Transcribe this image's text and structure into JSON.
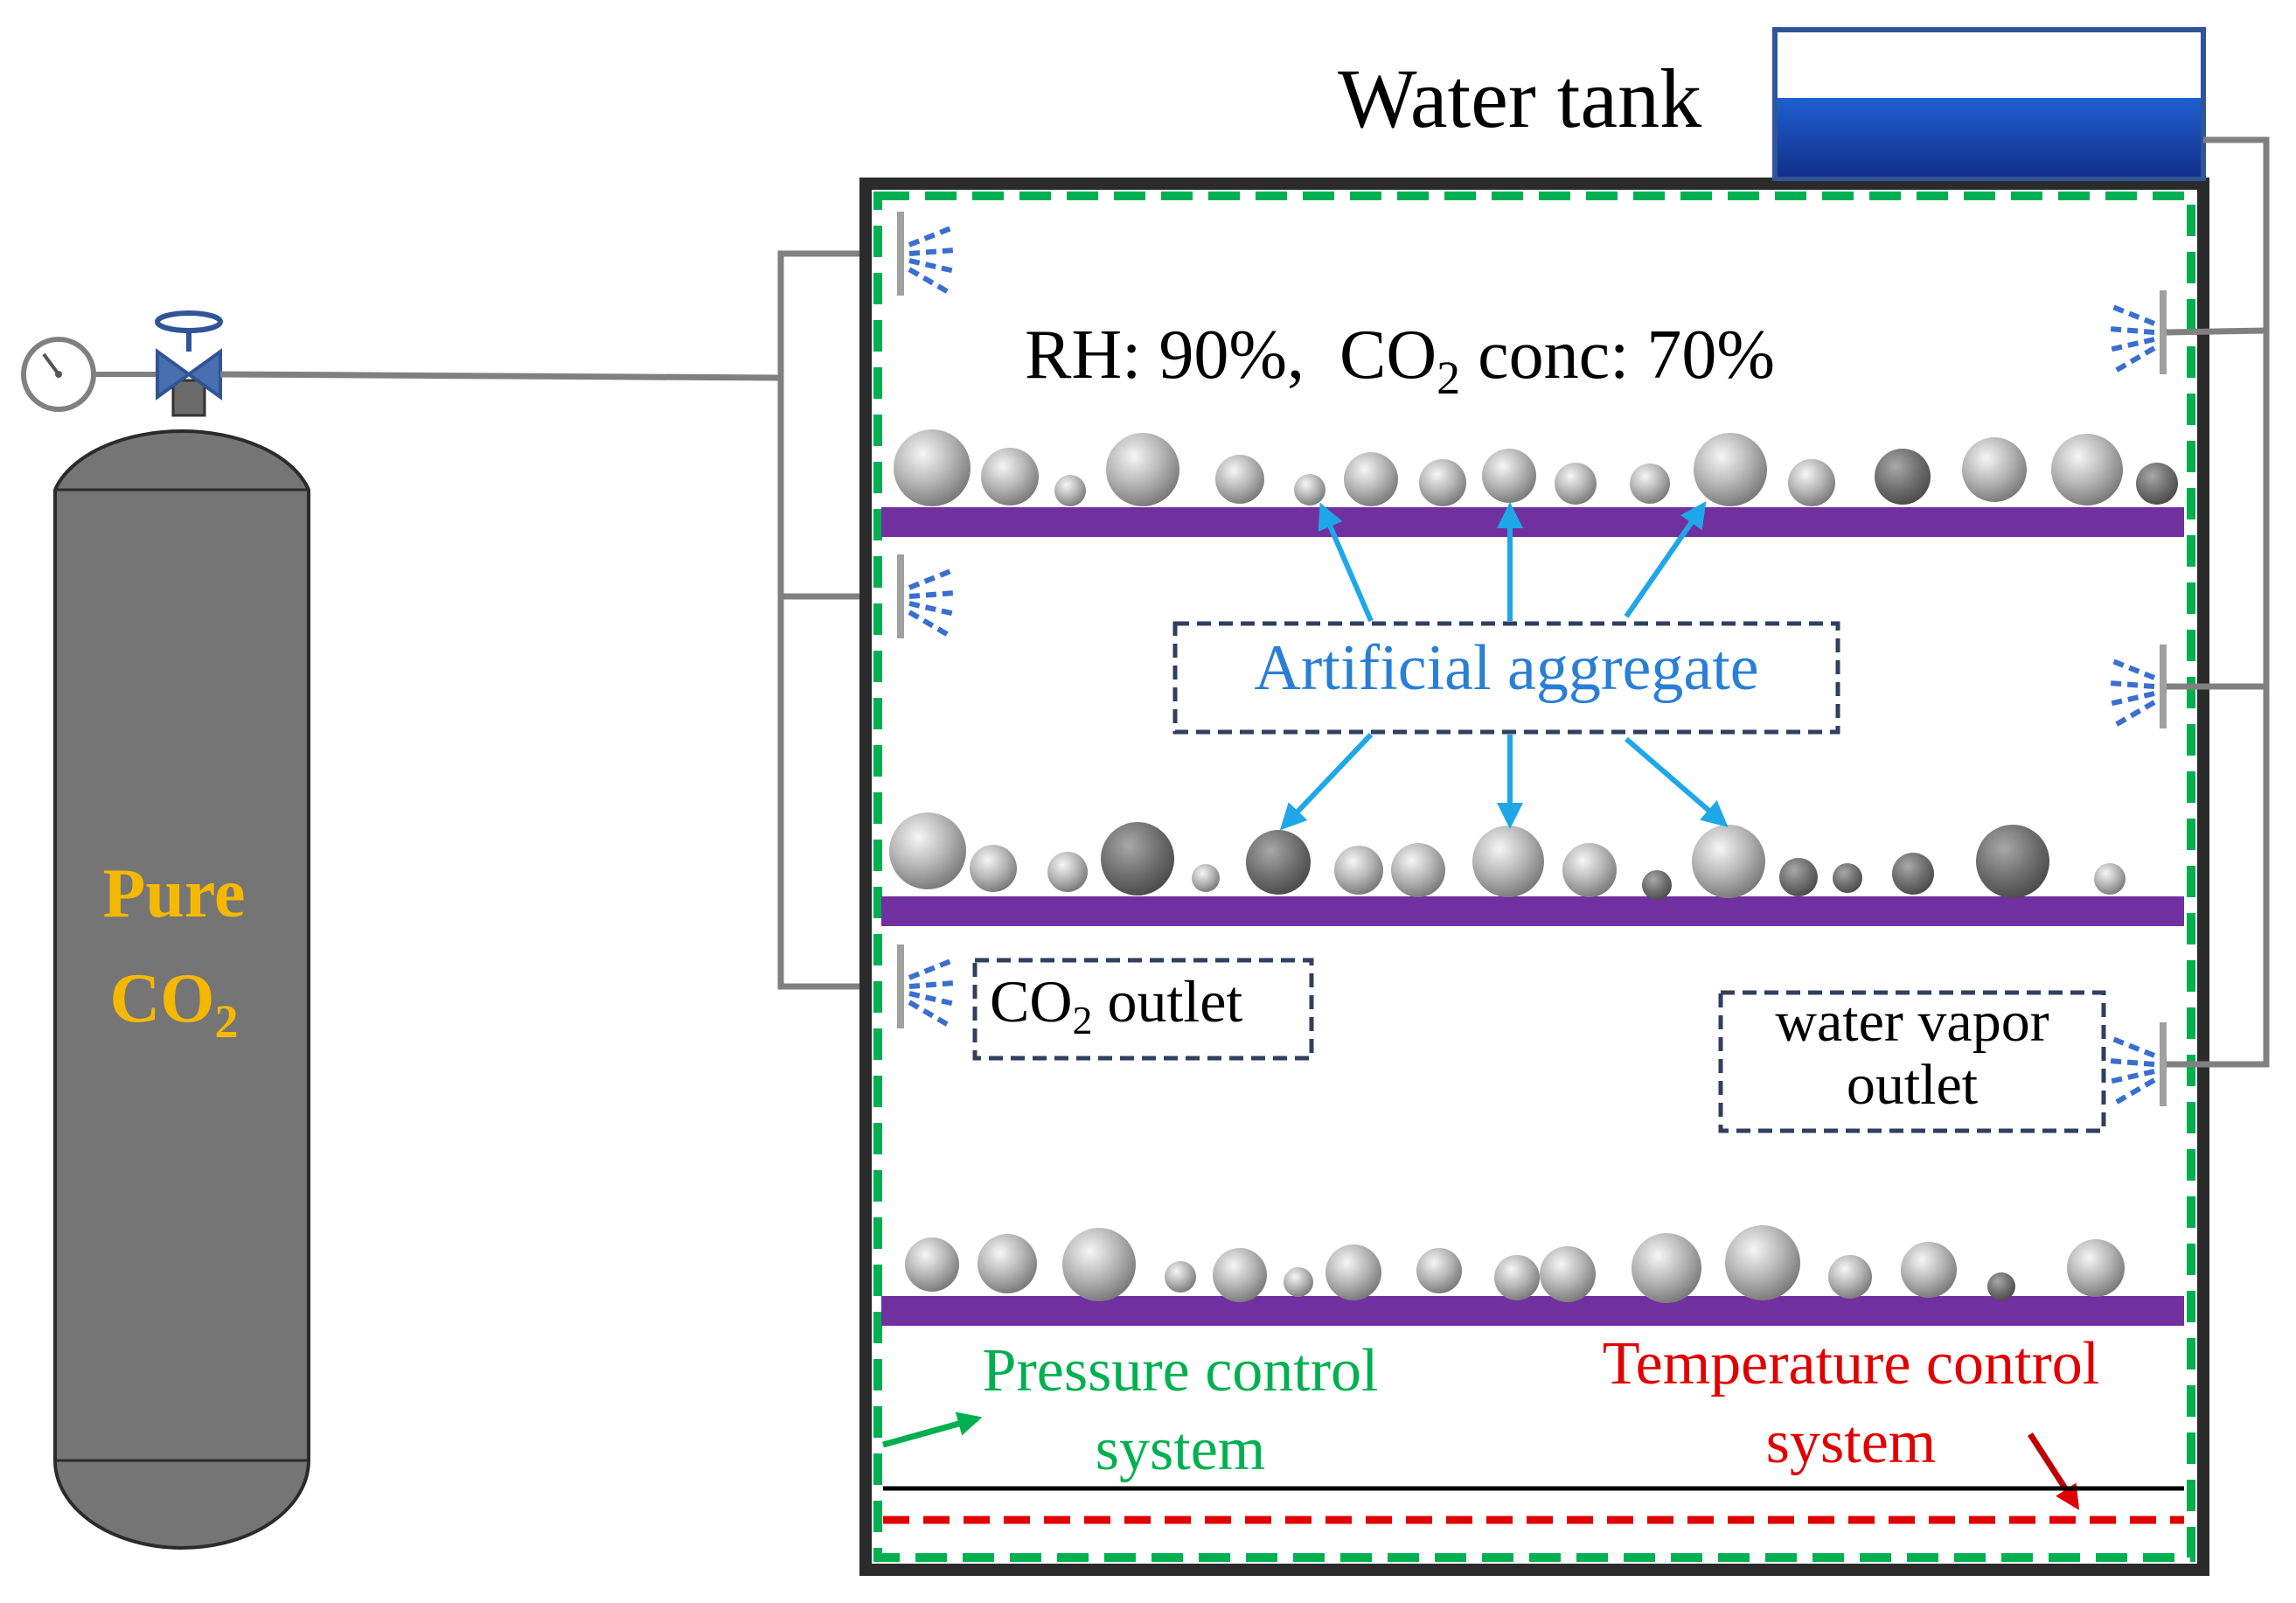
{
  "cylinder": {
    "label_line1": "Pure",
    "label_line2_main": "CO",
    "label_line2_sub": "2"
  },
  "water_tank": {
    "label": "Water tank"
  },
  "conditions": {
    "rh": "RH: 90%,",
    "co2_main": "CO",
    "co2_sub": "2",
    "co2_rest": " conc: 70%"
  },
  "aggregate_label": "Artificial aggregate",
  "co2_outlet": {
    "main": "CO",
    "sub": "2",
    "rest": " outlet"
  },
  "water_vapor_outlet": {
    "line1": "water vapor",
    "line2": "outlet"
  },
  "pressure_control": {
    "line1": "Pressure control",
    "line2": "system"
  },
  "temperature_control": {
    "line1": "Temperature control",
    "line2": "system"
  },
  "colors": {
    "cylinder": "#757575",
    "cylinder_label": "#f5b800",
    "shelf": "#7030a0",
    "pressure": "#00b050",
    "temperature": "#e00000",
    "aggregate_text": "#2a7fd4",
    "aggregate_arrow": "#1fa7e8",
    "dashed_box": "#2f3f5f",
    "spray": "#3a6fd0",
    "pipe": "#808080",
    "valve": "#2f5597"
  }
}
